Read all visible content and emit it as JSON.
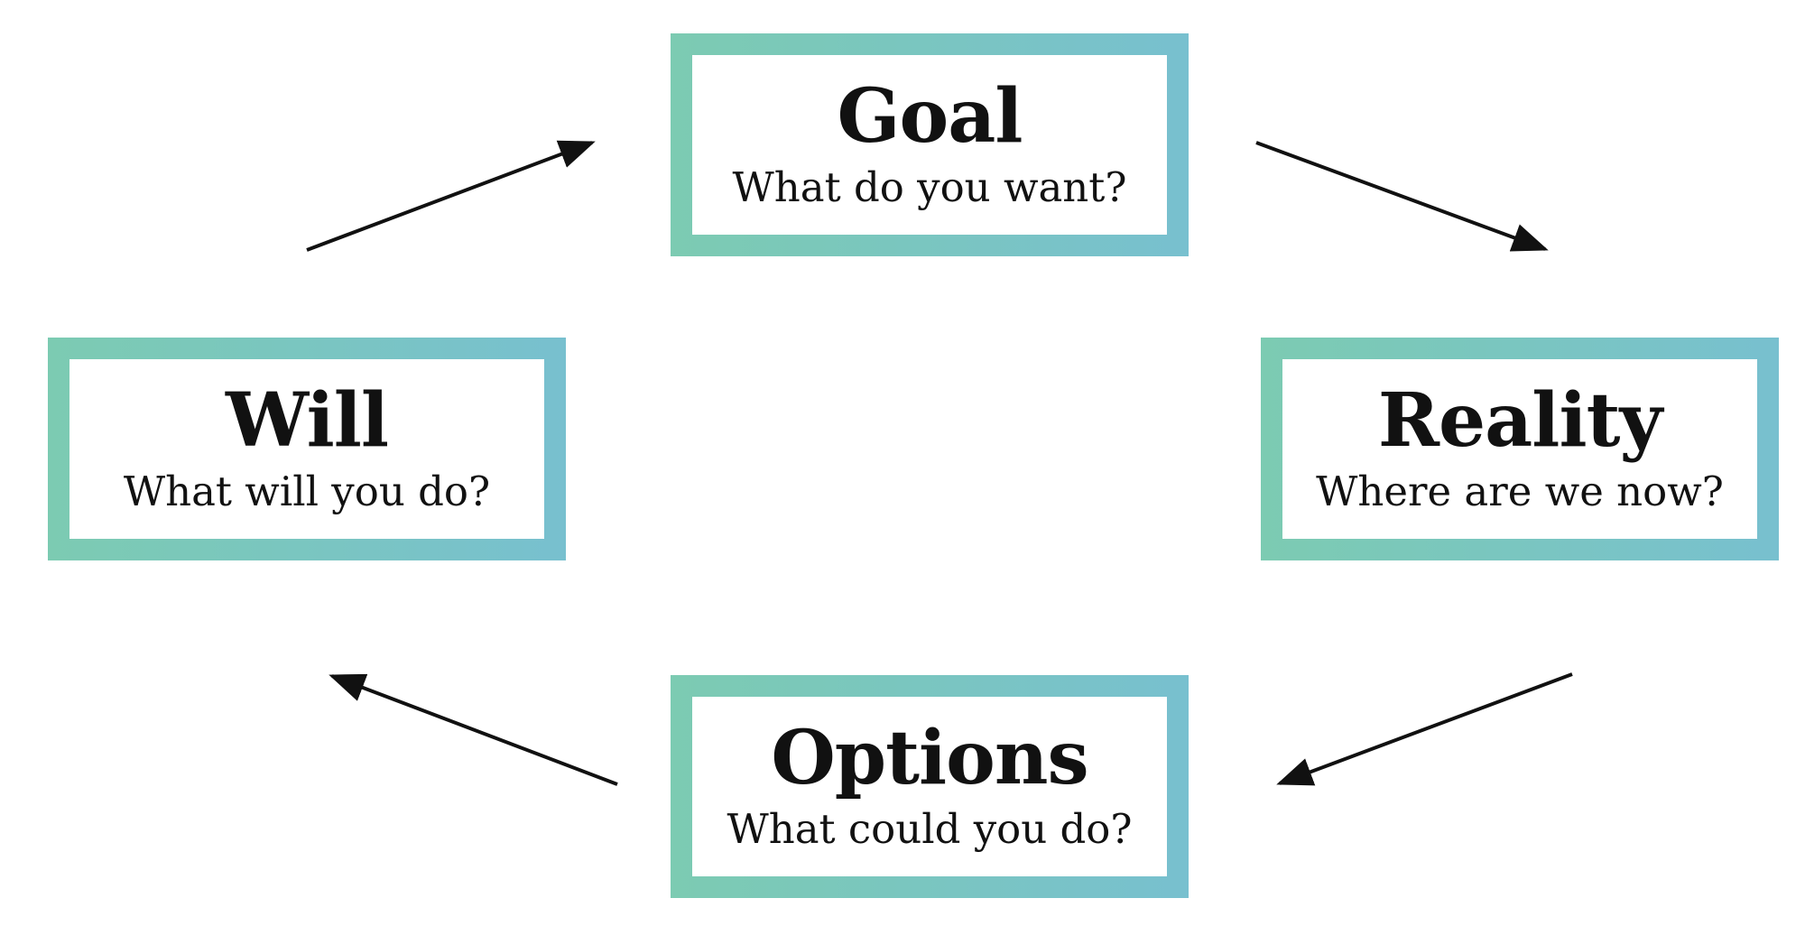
{
  "diagram": {
    "nodes": [
      {
        "id": "goal",
        "title": "Goal",
        "subtitle": "What do you want?"
      },
      {
        "id": "reality",
        "title": "Reality",
        "subtitle": "Where are we now?"
      },
      {
        "id": "options",
        "title": "Options",
        "subtitle": "What could you do?"
      },
      {
        "id": "will",
        "title": "Will",
        "subtitle": "What will you do?"
      }
    ],
    "edges": [
      {
        "from": "goal",
        "to": "reality"
      },
      {
        "from": "reality",
        "to": "options"
      },
      {
        "from": "options",
        "to": "will"
      },
      {
        "from": "will",
        "to": "goal"
      }
    ],
    "colors": {
      "border_gradient_start": "#7ccbb2",
      "border_gradient_end": "#78c0cf",
      "arrow": "#111111",
      "text": "#111111",
      "background": "#ffffff"
    }
  }
}
